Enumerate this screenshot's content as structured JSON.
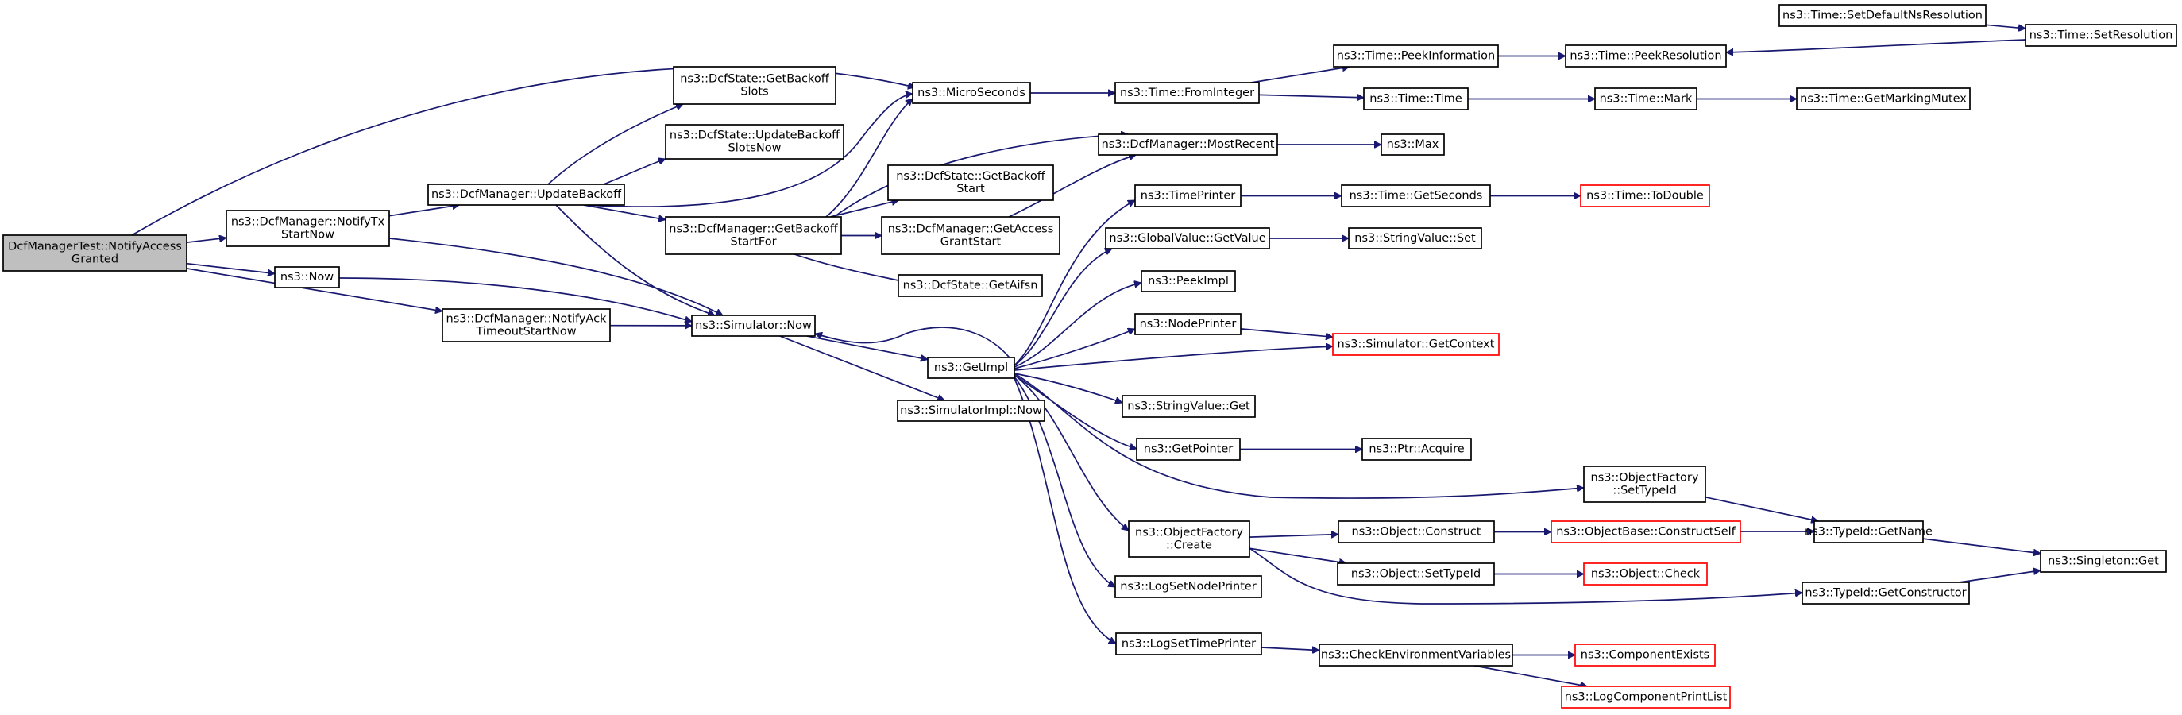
{
  "diagram": {
    "colors": {
      "edge": "#191970",
      "root_fill": "#bfbfbf",
      "node_border": "#000000",
      "missing_border": "#ff0000"
    },
    "nodes": {
      "root": {
        "lines": [
          "DcfManagerTest::NotifyAccess",
          "Granted"
        ],
        "kind": "root"
      },
      "notifyTx": {
        "lines": [
          "ns3::DcfManager::NotifyTx",
          "StartNow"
        ]
      },
      "nowFn": {
        "lines": [
          "ns3::Now"
        ]
      },
      "notifyAck": {
        "lines": [
          "ns3::DcfManager::NotifyAck",
          "TimeoutStartNow"
        ]
      },
      "updateBackoff": {
        "lines": [
          "ns3::DcfManager::UpdateBackoff"
        ]
      },
      "getBackoffSlots": {
        "lines": [
          "ns3::DcfState::GetBackoff",
          "Slots"
        ]
      },
      "updateBackoffSlotsNow": {
        "lines": [
          "ns3::DcfState::UpdateBackoff",
          "SlotsNow"
        ]
      },
      "getBackoffStartFor": {
        "lines": [
          "ns3::DcfManager::GetBackoff",
          "StartFor"
        ]
      },
      "simulatorNow": {
        "lines": [
          "ns3::Simulator::Now"
        ]
      },
      "microSeconds": {
        "lines": [
          "ns3::MicroSeconds"
        ]
      },
      "getBackoffStart": {
        "lines": [
          "ns3::DcfState::GetBackoff",
          "Start"
        ]
      },
      "getAccessGrantStart": {
        "lines": [
          "ns3::DcfManager::GetAccess",
          "GrantStart"
        ]
      },
      "getAifsn": {
        "lines": [
          "ns3::DcfState::GetAifsn"
        ]
      },
      "getImpl": {
        "lines": [
          "ns3::GetImpl"
        ]
      },
      "simulatorImplNow": {
        "lines": [
          "ns3::SimulatorImpl::Now"
        ]
      },
      "timeFromInteger": {
        "lines": [
          "ns3::Time::FromInteger"
        ]
      },
      "mostRecent": {
        "lines": [
          "ns3::DcfManager::MostRecent"
        ]
      },
      "max": {
        "lines": [
          "ns3::Max"
        ]
      },
      "timePrinter": {
        "lines": [
          "ns3::TimePrinter"
        ]
      },
      "globalValueGetValue": {
        "lines": [
          "ns3::GlobalValue::GetValue"
        ]
      },
      "peekImpl": {
        "lines": [
          "ns3::PeekImpl"
        ]
      },
      "nodePrinter": {
        "lines": [
          "ns3::NodePrinter"
        ]
      },
      "stringValueGet": {
        "lines": [
          "ns3::StringValue::Get"
        ]
      },
      "getPointer": {
        "lines": [
          "ns3::GetPointer"
        ]
      },
      "objectFactoryCreate": {
        "lines": [
          "ns3::ObjectFactory",
          "::Create"
        ]
      },
      "logSetNodePrinter": {
        "lines": [
          "ns3::LogSetNodePrinter"
        ]
      },
      "logSetTimePrinter": {
        "lines": [
          "ns3::LogSetTimePrinter"
        ]
      },
      "timePeekInformation": {
        "lines": [
          "ns3::Time::PeekInformation"
        ]
      },
      "timeTime": {
        "lines": [
          "ns3::Time::Time"
        ]
      },
      "timeGetSeconds": {
        "lines": [
          "ns3::Time::GetSeconds"
        ]
      },
      "stringValueSet": {
        "lines": [
          "ns3::StringValue::Set"
        ]
      },
      "simulatorGetContext": {
        "lines": [
          "ns3::Simulator::GetContext"
        ],
        "kind": "red"
      },
      "ptrAcquire": {
        "lines": [
          "ns3::Ptr::Acquire"
        ]
      },
      "objectConstruct": {
        "lines": [
          "ns3::Object::Construct"
        ]
      },
      "objectSetTypeId": {
        "lines": [
          "ns3::Object::SetTypeId"
        ]
      },
      "checkEnvVars": {
        "lines": [
          "ns3::CheckEnvironmentVariables"
        ]
      },
      "timePeekResolution": {
        "lines": [
          "ns3::Time::PeekResolution"
        ]
      },
      "timeMark": {
        "lines": [
          "ns3::Time::Mark"
        ]
      },
      "timeToDouble": {
        "lines": [
          "ns3::Time::ToDouble"
        ],
        "kind": "red"
      },
      "objectFactorySetTypeId": {
        "lines": [
          "ns3::ObjectFactory",
          "::SetTypeId"
        ]
      },
      "objectBaseConstructSelf": {
        "lines": [
          "ns3::ObjectBase::ConstructSelf"
        ],
        "kind": "red"
      },
      "objectCheck": {
        "lines": [
          "ns3::Object::Check"
        ],
        "kind": "red"
      },
      "componentExists": {
        "lines": [
          "ns3::ComponentExists"
        ],
        "kind": "red"
      },
      "logComponentPrintList": {
        "lines": [
          "ns3::LogComponentPrintList"
        ],
        "kind": "red"
      },
      "timeSetDefaultNsResolution": {
        "lines": [
          "ns3::Time::SetDefaultNsResolution"
        ]
      },
      "timeSetResolution": {
        "lines": [
          "ns3::Time::SetResolution"
        ]
      },
      "timeGetMarkingMutex": {
        "lines": [
          "ns3::Time::GetMarkingMutex"
        ]
      },
      "typeIdGetName": {
        "lines": [
          "ns3::TypeId::GetName"
        ]
      },
      "typeIdGetConstructor": {
        "lines": [
          "ns3::TypeId::GetConstructor"
        ]
      },
      "singletonGet": {
        "lines": [
          "ns3::Singleton::Get"
        ]
      }
    },
    "edges": [
      [
        "root",
        "microSeconds"
      ],
      [
        "root",
        "notifyTx"
      ],
      [
        "root",
        "nowFn"
      ],
      [
        "root",
        "notifyAck"
      ],
      [
        "notifyTx",
        "updateBackoff"
      ],
      [
        "notifyTx",
        "simulatorNow"
      ],
      [
        "nowFn",
        "simulatorNow"
      ],
      [
        "notifyAck",
        "simulatorNow"
      ],
      [
        "updateBackoff",
        "getBackoffSlots"
      ],
      [
        "updateBackoff",
        "updateBackoffSlotsNow"
      ],
      [
        "updateBackoff",
        "microSeconds"
      ],
      [
        "updateBackoff",
        "getBackoffStartFor"
      ],
      [
        "updateBackoff",
        "simulatorNow"
      ],
      [
        "getBackoffStartFor",
        "microSeconds"
      ],
      [
        "getBackoffStartFor",
        "mostRecent"
      ],
      [
        "getBackoffStartFor",
        "getBackoffStart"
      ],
      [
        "getBackoffStartFor",
        "getAccessGrantStart"
      ],
      [
        "getBackoffStartFor",
        "getAifsn"
      ],
      [
        "getAccessGrantStart",
        "mostRecent"
      ],
      [
        "microSeconds",
        "timeFromInteger"
      ],
      [
        "timeFromInteger",
        "timePeekInformation"
      ],
      [
        "timeFromInteger",
        "timeTime"
      ],
      [
        "timePeekInformation",
        "timePeekResolution"
      ],
      [
        "timeSetResolution",
        "timePeekResolution"
      ],
      [
        "timeTime",
        "timeMark"
      ],
      [
        "timeMark",
        "timeGetMarkingMutex"
      ],
      [
        "timeSetDefaultNsResolution",
        "timeSetResolution"
      ],
      [
        "mostRecent",
        "max"
      ],
      [
        "simulatorNow",
        "getImpl"
      ],
      [
        "simulatorNow",
        "simulatorImplNow"
      ],
      [
        "getImpl",
        "simulatorNow"
      ],
      [
        "getImpl",
        "timePrinter"
      ],
      [
        "getImpl",
        "globalValueGetValue"
      ],
      [
        "getImpl",
        "peekImpl"
      ],
      [
        "getImpl",
        "nodePrinter"
      ],
      [
        "getImpl",
        "stringValueGet"
      ],
      [
        "getImpl",
        "getPointer"
      ],
      [
        "getImpl",
        "objectFactorySetTypeId"
      ],
      [
        "getImpl",
        "objectFactoryCreate"
      ],
      [
        "getImpl",
        "logSetNodePrinter"
      ],
      [
        "getImpl",
        "logSetTimePrinter"
      ],
      [
        "getImpl",
        "simulatorGetContext"
      ],
      [
        "timePrinter",
        "timeGetSeconds"
      ],
      [
        "timeGetSeconds",
        "timeToDouble"
      ],
      [
        "globalValueGetValue",
        "stringValueSet"
      ],
      [
        "nodePrinter",
        "simulatorGetContext"
      ],
      [
        "getPointer",
        "ptrAcquire"
      ],
      [
        "objectFactorySetTypeId",
        "typeIdGetName"
      ],
      [
        "objectFactoryCreate",
        "objectConstruct"
      ],
      [
        "objectFactoryCreate",
        "objectSetTypeId"
      ],
      [
        "objectFactoryCreate",
        "typeIdGetConstructor"
      ],
      [
        "objectConstruct",
        "objectBaseConstructSelf"
      ],
      [
        "objectBaseConstructSelf",
        "typeIdGetName"
      ],
      [
        "objectSetTypeId",
        "objectCheck"
      ],
      [
        "typeIdGetName",
        "singletonGet"
      ],
      [
        "typeIdGetConstructor",
        "singletonGet"
      ],
      [
        "logSetTimePrinter",
        "checkEnvVars"
      ],
      [
        "checkEnvVars",
        "componentExists"
      ],
      [
        "checkEnvVars",
        "logComponentPrintList"
      ]
    ]
  }
}
